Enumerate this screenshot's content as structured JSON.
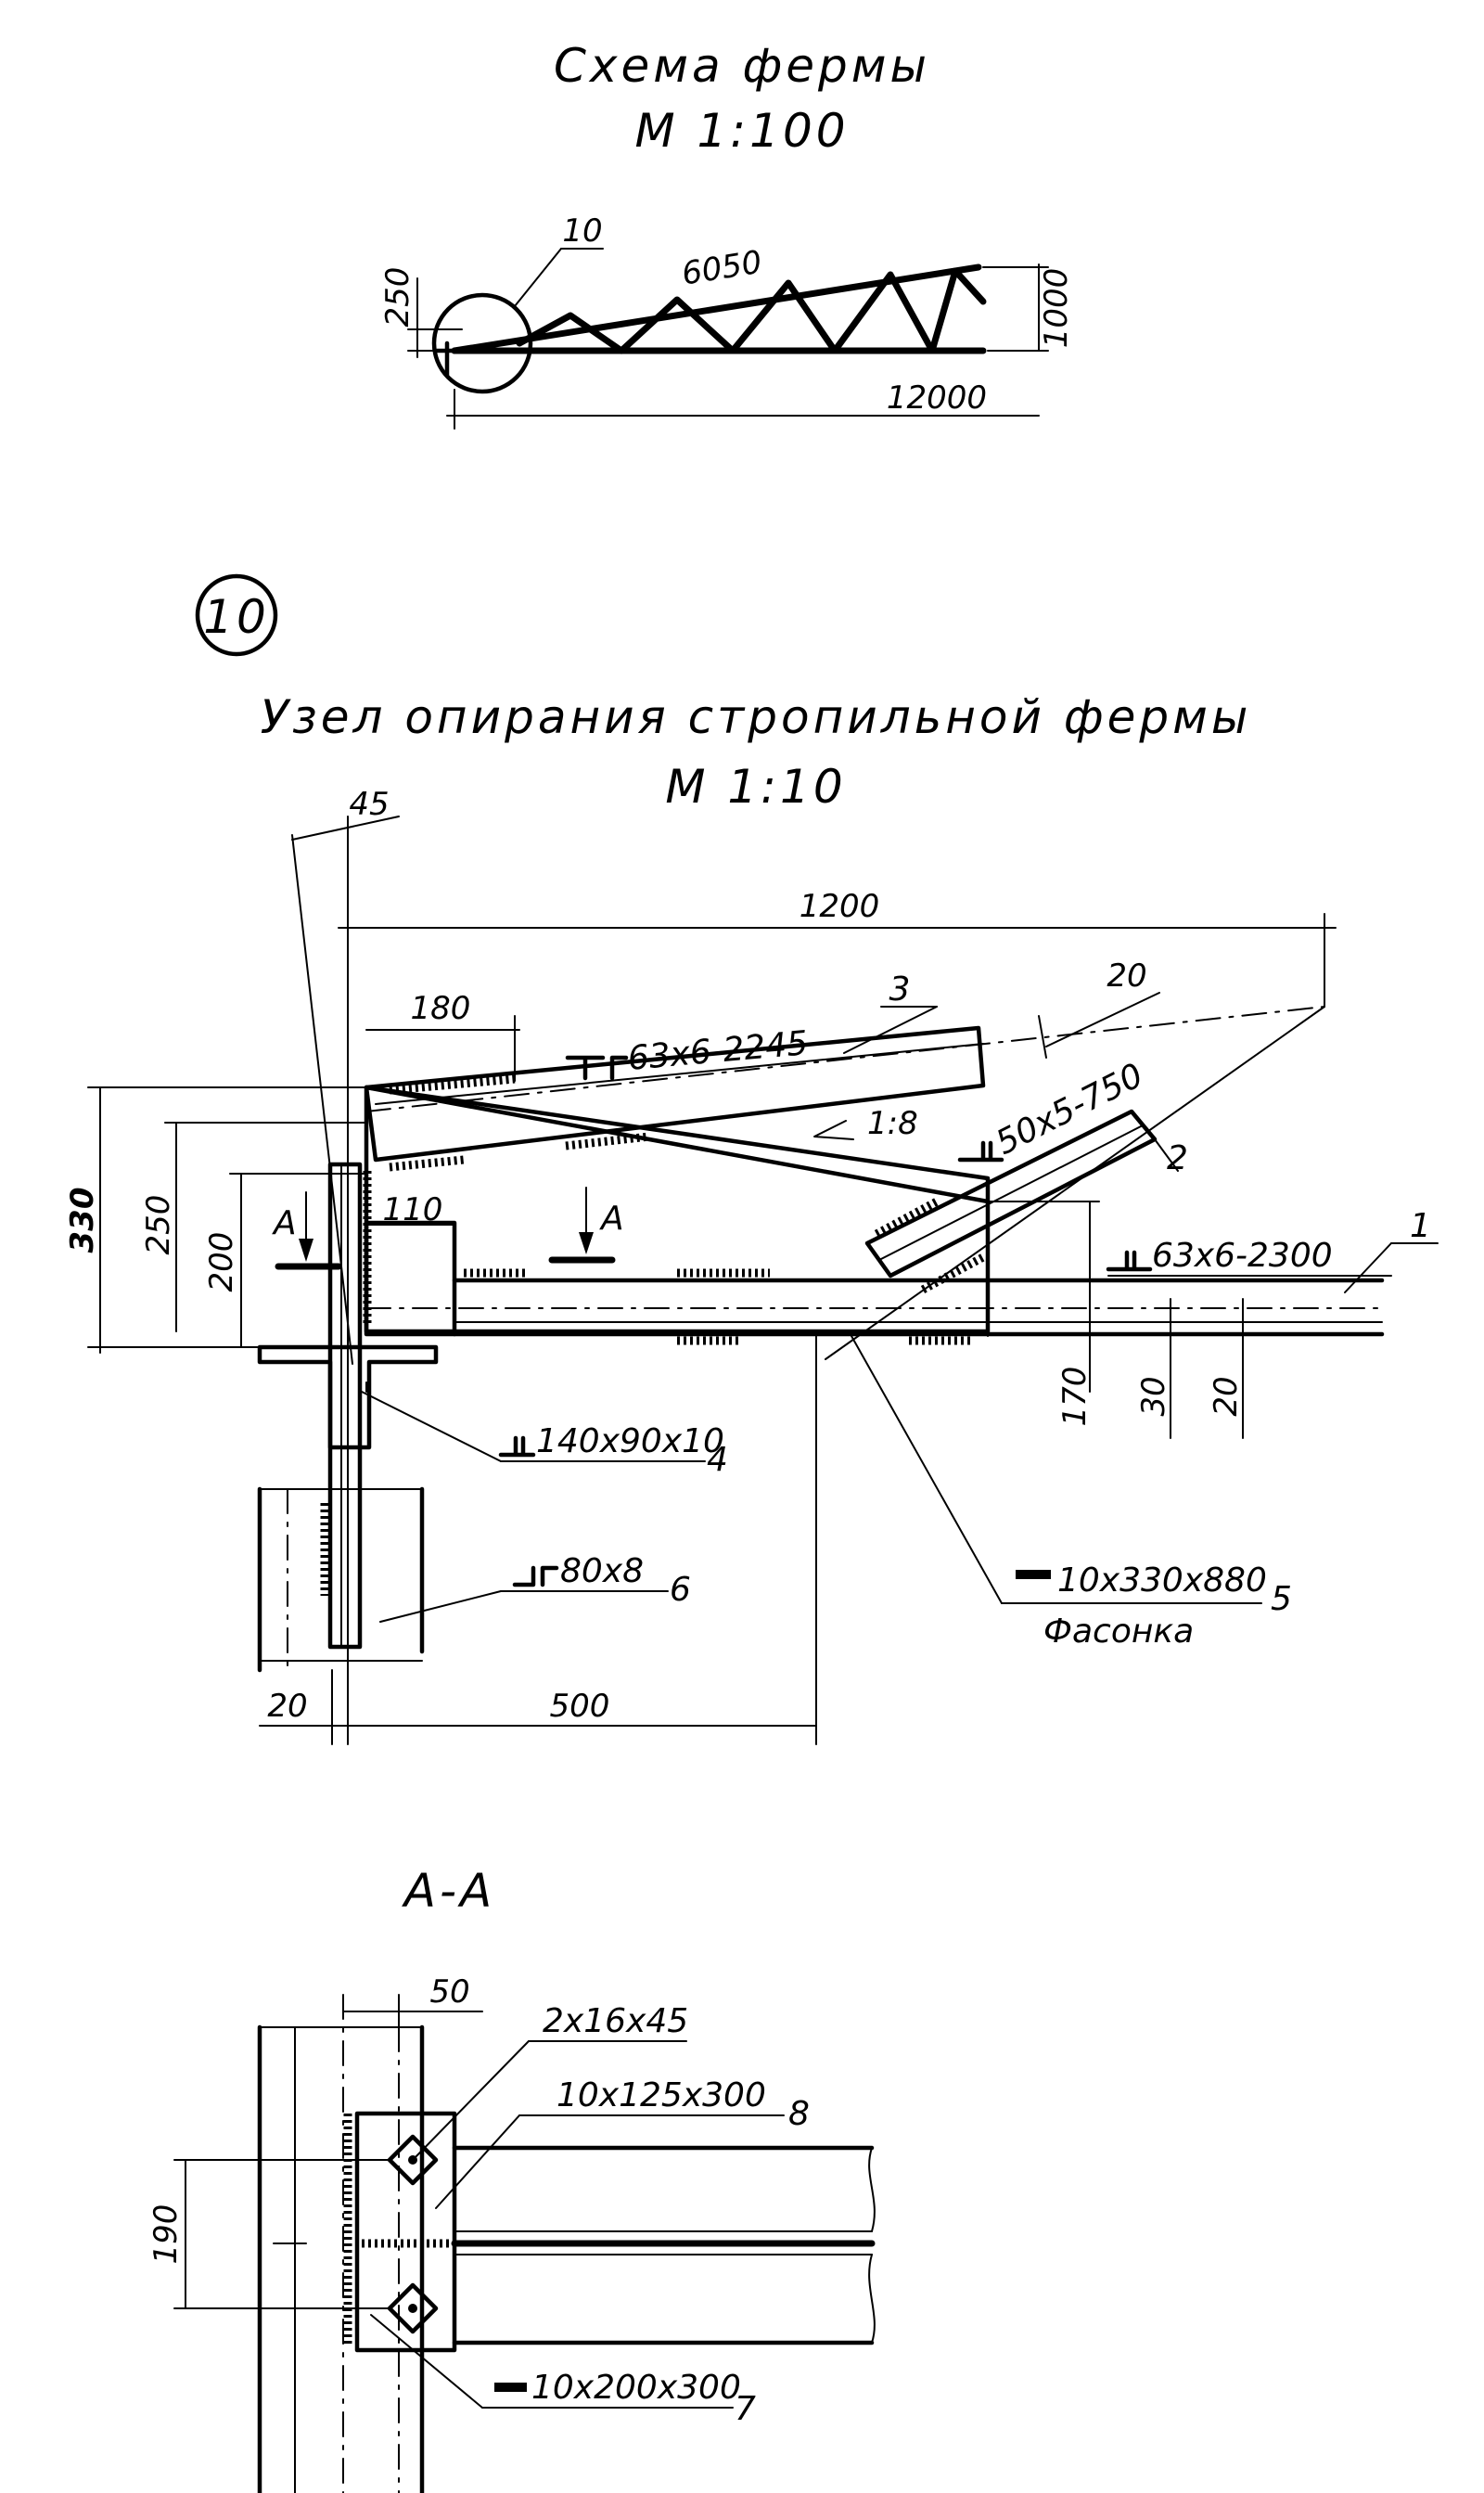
{
  "titles": {
    "scheme": "Схема фермы",
    "scheme_scale": "М 1:100",
    "node_number": "10",
    "node": "Узел опирания стропильной фермы",
    "node_scale": "М 1:10",
    "section": "А-А"
  },
  "scheme_dims": {
    "callout": "10",
    "top_chord": "6050",
    "left_height": "250",
    "right_height": "1000",
    "span": "12000"
  },
  "node_dims": {
    "d45": "45",
    "d1200": "1200",
    "d180": "180",
    "d20_top": "20",
    "d330": "330",
    "d250": "250",
    "d200": "200",
    "d110": "110",
    "d170": "170",
    "d30": "30",
    "d20_right": "20",
    "d20_bottom": "20",
    "d500": "500",
    "slope": "1:8",
    "section_a": "А"
  },
  "node_marks": {
    "m1_num": "1",
    "m1": "63x6-2300",
    "m2_num": "2",
    "m2": "50x5-750",
    "m3_num": "3",
    "m3": "63x6-2245",
    "m4_num": "4",
    "m4": "140x90x10",
    "m5_num": "5",
    "m5": "10x330x880",
    "m5_sub": "Фасонка",
    "m6_num": "6",
    "m6": "80x8"
  },
  "section_dims": {
    "d50": "50",
    "d190": "190",
    "bolts": "2x16x45",
    "m8_num": "8",
    "m8": "10x125x300",
    "m7_num": "7",
    "m7": "10x200x300"
  }
}
